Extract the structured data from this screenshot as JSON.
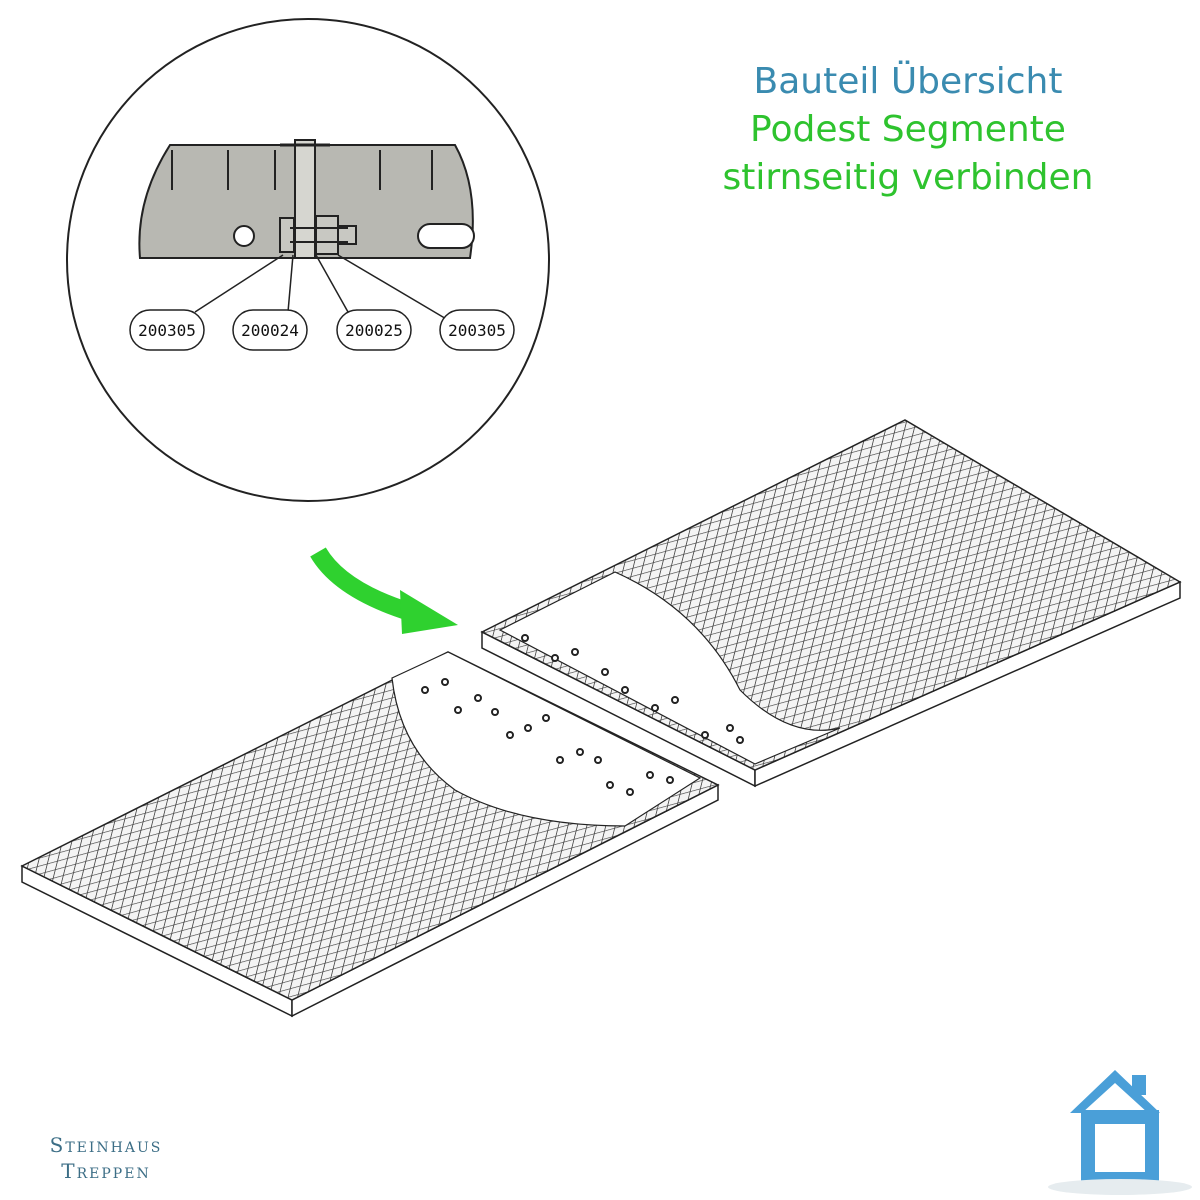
{
  "header": {
    "line1": "Bauteil Übersicht",
    "line2": "Podest Segmente",
    "line3": "stirnseitig verbinden"
  },
  "detail": {
    "parts": [
      "200305",
      "200024",
      "200025",
      "200305"
    ]
  },
  "brand": {
    "line1": "Steinhaus",
    "line2": "Treppen"
  },
  "colors": {
    "title_blue": "#3a8bb0",
    "title_green": "#2ec32e",
    "arrow_green": "#2fd12f",
    "logo_blue": "#4a9fd8",
    "plate_grey": "#b8b8b2",
    "line": "#222222"
  },
  "icons": {
    "logo": "house-icon",
    "callout": "curved-arrow-icon"
  }
}
